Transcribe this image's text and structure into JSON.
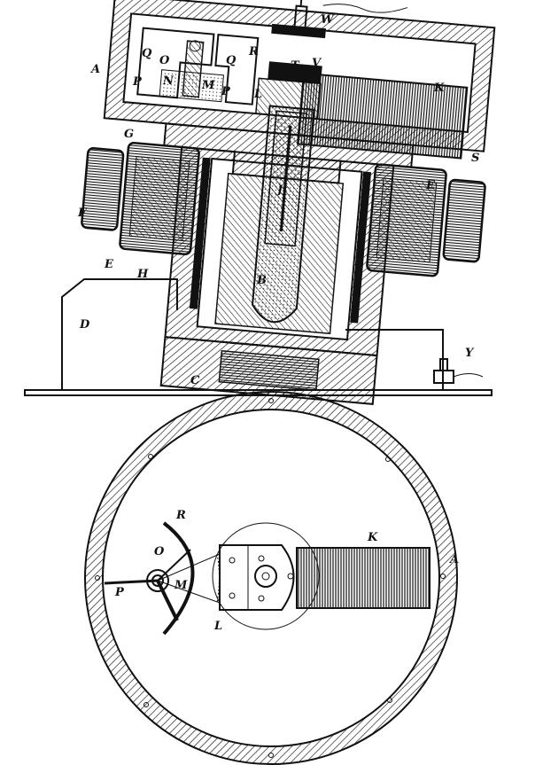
{
  "figure": {
    "upper_labels": {
      "A": "A",
      "B": "B",
      "C": "C",
      "D": "D",
      "E_left": "E",
      "E_right": "E",
      "F": "F",
      "G": "G",
      "H": "H",
      "J": "J",
      "K": "K",
      "L": "L",
      "M": "M",
      "N": "N",
      "O": "O",
      "P_left": "P",
      "P_right": "P",
      "Q_left": "Q",
      "Q_right": "Q",
      "R": "R",
      "S": "S",
      "T": "T",
      "V": "V",
      "W": "W",
      "Y": "Y"
    },
    "lower_labels": {
      "A": "A",
      "K": "K",
      "L": "L",
      "M": "M",
      "O": "O",
      "P": "P",
      "R": "R"
    }
  }
}
